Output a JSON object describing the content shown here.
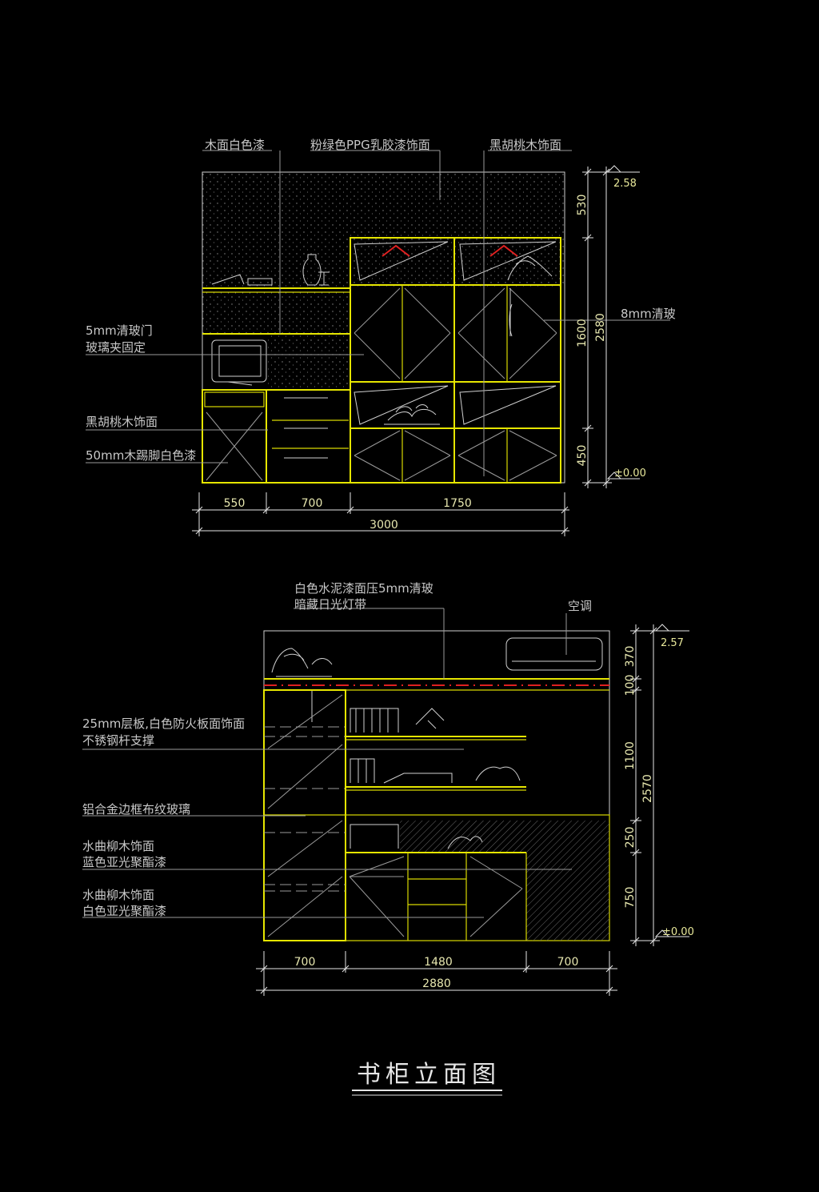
{
  "colors": {
    "background": "#000000",
    "frame": "#e6e600",
    "text": "#c8c8c8"
  },
  "top": {
    "labels": {
      "l1": "木面白色漆",
      "l2": "粉绿色PPG乳胶漆饰面",
      "l3": "黑胡桃木饰面",
      "l4a": "5mm清玻门",
      "l4b": "玻璃夹固定",
      "l5": "黑胡桃木饰面",
      "l6": "50mm木踢脚白色漆",
      "l7": "8mm清玻"
    },
    "level_top": "2.58",
    "level_bottom": "±0.00",
    "dims_v": {
      "a": "530",
      "b": "1600",
      "c": "450",
      "total": "2580"
    },
    "dims_h": {
      "a": "550",
      "b": "700",
      "c": "1750",
      "total": "3000"
    }
  },
  "bottom": {
    "labels": {
      "l1a": "白色水泥漆面压5mm清玻",
      "l1b": "暗藏日光灯带",
      "l2": "空调",
      "l3a": "25mm层板,白色防火板面饰面",
      "l3b": "不锈钢杆支撑",
      "l4": "铝合金边框布纹玻璃",
      "l5a": "水曲柳木饰面",
      "l5b": "蓝色亚光聚酯漆",
      "l6a": "水曲柳木饰面",
      "l6b": "白色亚光聚酯漆"
    },
    "level_top": "2.57",
    "level_bottom": "±0.00",
    "dims_v": {
      "a": "370",
      "b": "100",
      "c": "1100",
      "d": "250",
      "e": "750",
      "total": "2570"
    },
    "dims_h": {
      "a": "700",
      "b": "1480",
      "c": "700",
      "total": "2880"
    }
  },
  "drawing_title": "书柜立面图"
}
